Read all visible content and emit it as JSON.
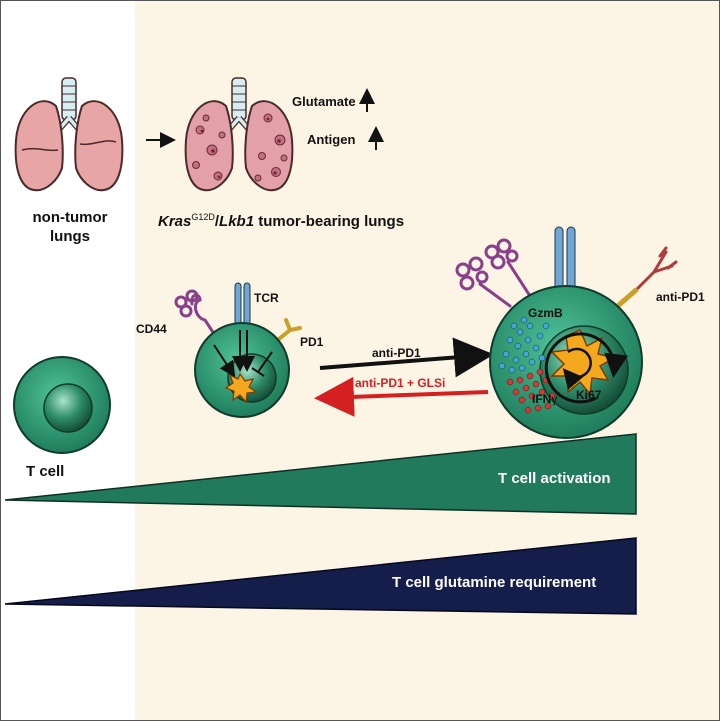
{
  "palette": {
    "border": "#555555",
    "panel_left": "#ffffff",
    "panel_right": "#fcf5e6",
    "lung_fill": "#e8a5a5",
    "lung_stroke": "#4a2a2a",
    "trachea": "#d6eef2",
    "cell_green": "#2f9e77",
    "cell_nucleus": "#1c6d52",
    "wedge_green": "#217a5c",
    "wedge_navy": "#151e4a",
    "receptor_purple": "#8a3f8a",
    "tcr_blue": "#6fa8d6",
    "pd1_yellow": "#e6b43c",
    "antibody_red": "#b23a3a",
    "arrow_red": "#d42020",
    "gzmb_dot": "#41a6d6",
    "ifn_dot": "#d23a3a",
    "burst_orange": "#f4a81d"
  },
  "labels": {
    "non_tumor_line1": "non-tumor",
    "non_tumor_line2": "lungs",
    "tumor_gene1": "Kras",
    "tumor_sup": "G12D",
    "tumor_sep": "/",
    "tumor_gene2": "Lkb1",
    "tumor_suffix": " tumor-bearing lungs",
    "glutamate": "Glutamate",
    "antigen": "Antigen",
    "t_cell": "T cell",
    "cd44": "CD44",
    "tcr": "TCR",
    "pd1": "PD1",
    "anti_pd1_arrow": "anti-PD1",
    "anti_pd1_glsi": "anti-PD1 + GLSi",
    "gzmb": "GzmB",
    "ifn": "IFN",
    "ifn_symbol": "γ",
    "ki67": "Ki67",
    "anti_pd1_antibody": "anti-PD1",
    "activation": "T cell activation",
    "glutamine": "T cell glutamine requirement"
  },
  "trend_arrows": {
    "glutamate": "up",
    "antigen": "up"
  }
}
